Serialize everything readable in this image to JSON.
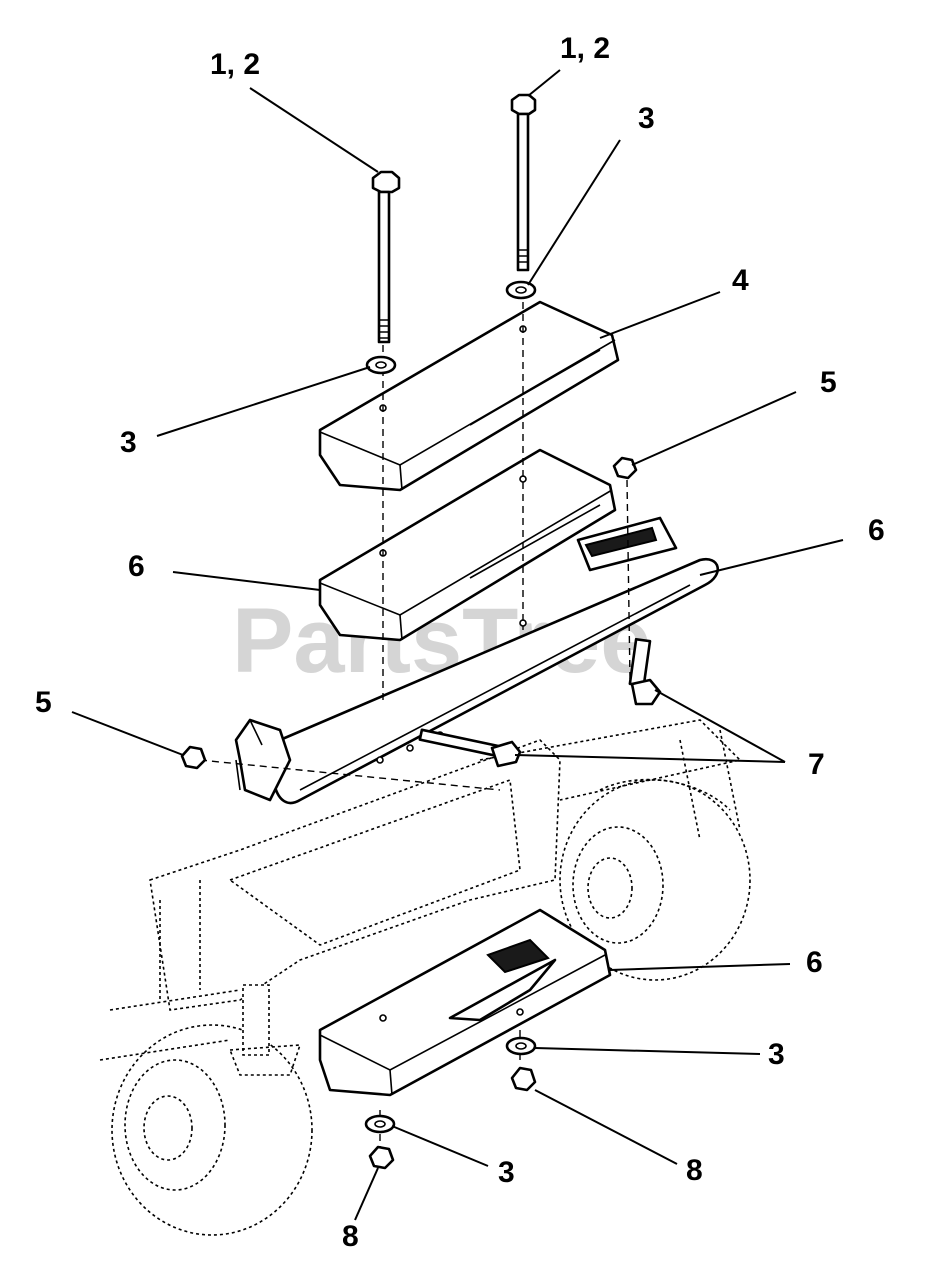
{
  "diagram": {
    "watermark": "PartsTree",
    "callouts": {
      "c_bolt_left": "1, 2",
      "c_bolt_right": "1, 2",
      "c_washer_top_right": "3",
      "c_cover": "4",
      "c_washer_top_left": "3",
      "c_nut_right": "5",
      "c_weight_upper": "6",
      "c_bracket_right": "6",
      "c_nut_left": "5",
      "c_bolts_side": "7",
      "c_weight_lower": "6",
      "c_washer_lower_right": "3",
      "c_washer_lower_left": "3",
      "c_nut_lower_right": "8",
      "c_nut_lower_left": "8"
    }
  }
}
